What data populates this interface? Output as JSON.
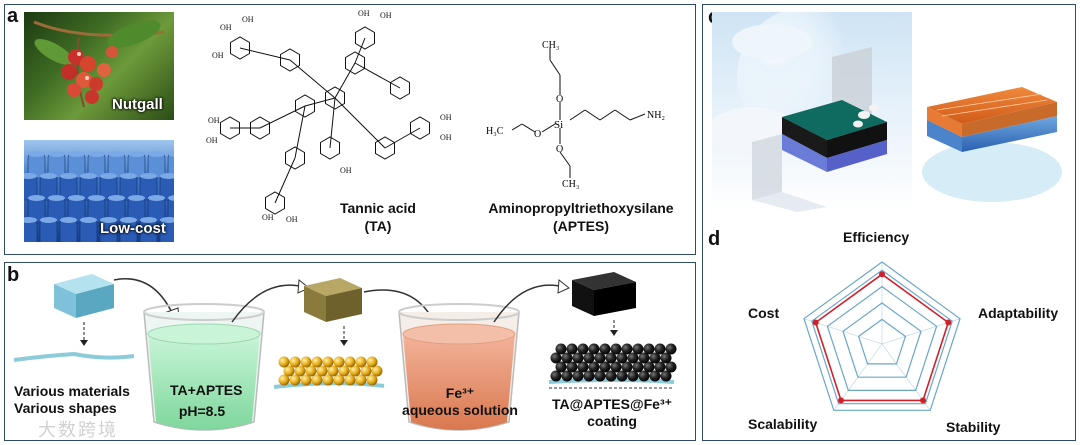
{
  "panels": {
    "a": {
      "label": "a",
      "photo1_caption": "Nutgall",
      "photo2_caption": "Low-cost",
      "molecule1_name": "Tannic acid",
      "molecule1_abbr": "(TA)",
      "molecule2_name": "Aminopropyltriethoxysilane",
      "molecule2_abbr": "(APTES)",
      "atom_h3c": "H₃C",
      "atom_si": "Si",
      "atom_o": "O",
      "atom_nh2": "NH₂",
      "atom_ch3": "CH₃",
      "atom_oh": "OH"
    },
    "b": {
      "label": "b",
      "line1": "Various materials",
      "line2": "Various shapes",
      "beaker1_line1": "TA+APTES",
      "beaker1_line2": "pH=8.5",
      "beaker2_line1": "Fe³⁺",
      "beaker2_line2": "aqueous solution",
      "final_line1": "TA@APTES@Fe³⁺",
      "final_line2": "coating"
    },
    "c": {
      "label": "c"
    },
    "d": {
      "label": "d",
      "axes": [
        "Efficiency",
        "Adaptability",
        "Stability",
        "Scalability",
        "Cost"
      ]
    }
  },
  "chart_data": {
    "type": "radar",
    "categories": [
      "Efficiency",
      "Adaptability",
      "Stability",
      "Scalability",
      "Cost"
    ],
    "series": [
      {
        "values": [
          0.85,
          0.85,
          0.85,
          0.85,
          0.85
        ],
        "color": "#d0212b"
      }
    ],
    "grid_levels": [
      0.3,
      0.5,
      0.7,
      0.9,
      1.0
    ],
    "grid_color": "#6aa6c9",
    "range": [
      0,
      1
    ]
  },
  "watermark": "大数跨境",
  "colors": {
    "frame": "#2f4a6e",
    "block_blue": "#7ec1d8",
    "block_olive": "#8a7a3c",
    "block_black": "#111111",
    "beaker_green": "#9fe6b8",
    "beaker_orange": "#e9967a",
    "substrate": "#8ccbd9",
    "particle_gold": "#e3a814",
    "particle_black": "#1a1a1a"
  }
}
